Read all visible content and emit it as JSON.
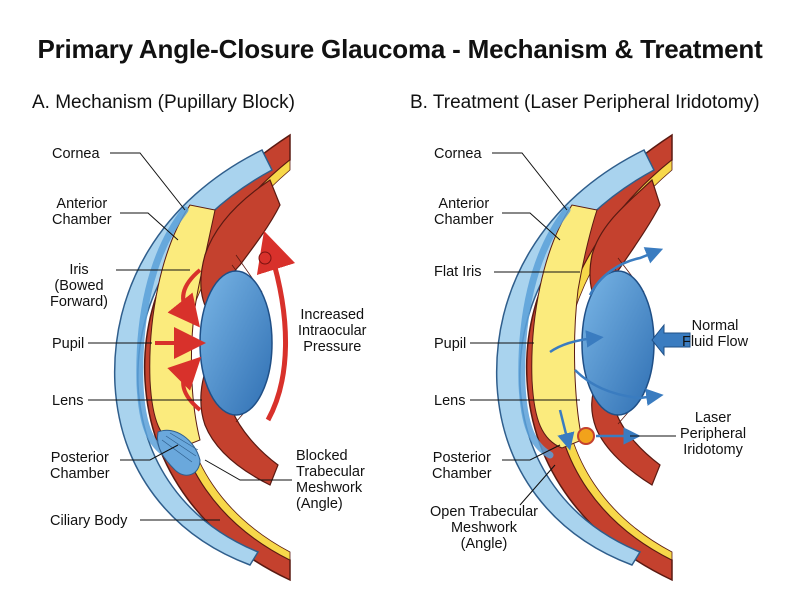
{
  "title": "Primary Angle-Closure Glaucoma - Mechanism & Treatment",
  "panel_a": {
    "title": "A. Mechanism (Pupillary Block)",
    "labels": {
      "cornea": "Cornea",
      "anterior_chamber_1": "Anterior",
      "anterior_chamber_2": "Chamber",
      "iris_1": "Iris",
      "iris_2": "(Bowed",
      "iris_3": "Forward)",
      "pupil": "Pupil",
      "lens": "Lens",
      "posterior_chamber_1": "Posterior",
      "posterior_chamber_2": "Chamber",
      "ciliary_body": "Ciliary Body",
      "pressure_1": "Increased",
      "pressure_2": "Intraocular",
      "pressure_3": "Pressure",
      "blocked_1": "Blocked",
      "blocked_2": "Trabecular",
      "blocked_3": "Meshwork",
      "blocked_4": "(Angle)"
    }
  },
  "panel_b": {
    "title": "B. Treatment (Laser Peripheral Iridotomy)",
    "labels": {
      "cornea": "Cornea",
      "anterior_chamber_1": "Anterior",
      "anterior_chamber_2": "Chamber",
      "flat_iris": "Flat Iris",
      "pupil": "Pupil",
      "lens": "Lens",
      "posterior_chamber_1": "Posterior",
      "posterior_chamber_2": "Chamber",
      "open_1": "Open Trabecular",
      "open_2": "Meshwork",
      "open_3": "(Angle)",
      "flow_1": "Normal",
      "flow_2": "Fluid Flow",
      "laser_1": "Laser",
      "laser_2": "Peripheral",
      "laser_3": "Iridotomy"
    }
  },
  "colors": {
    "cornea": "#a9d3ee",
    "cornea_edge": "#2f5e8c",
    "chamber": "#fbeb7d",
    "iris": "#c4412e",
    "lens": "#3f86c8",
    "arrow_red": "#d8312b",
    "arrow_blue": "#3a7cc0",
    "laser": "#f2a21b"
  }
}
